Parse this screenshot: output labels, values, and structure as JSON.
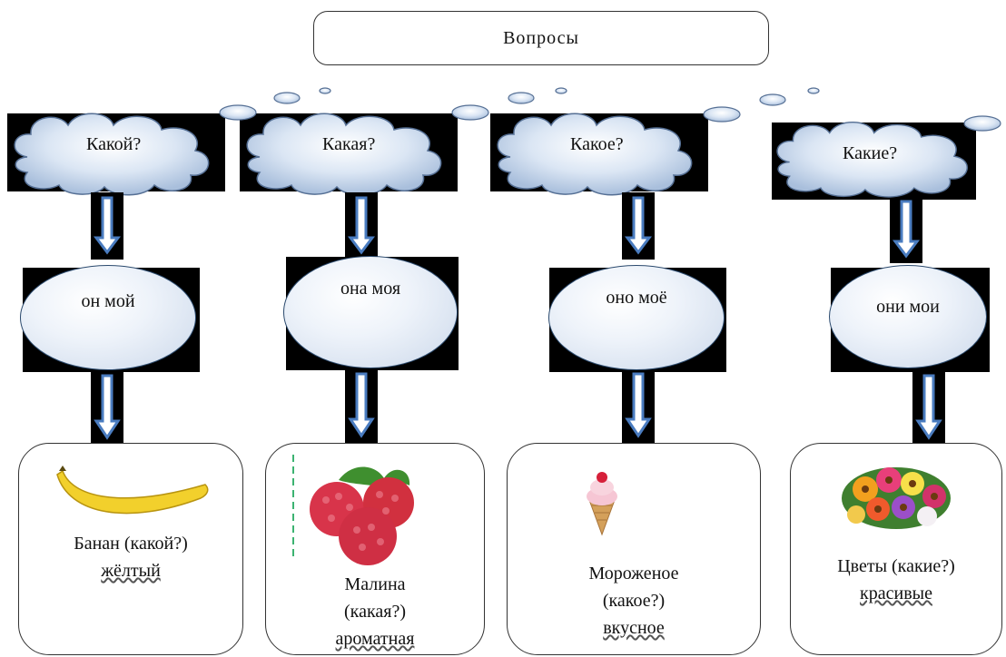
{
  "title": "Вопросы",
  "columns": [
    {
      "question": "Какой?",
      "pronoun": "он мой",
      "example_line1": "Банан (какой?)",
      "example_line2": "",
      "adjective": "жёлтый",
      "image": "banana-icon"
    },
    {
      "question": "Какая?",
      "pronoun": "она моя",
      "example_line1": "Малина",
      "example_line2": "(какая?)",
      "adjective": "ароматная",
      "image": "raspberry-icon"
    },
    {
      "question": "Какое?",
      "pronoun": "оно моё",
      "example_line1": "Мороженое",
      "example_line2": "(какое?)",
      "adjective": "вкусное",
      "image": "ice-cream-icon"
    },
    {
      "question": "Какие?",
      "pronoun": "они мои",
      "example_line1": "Цветы (какие?)",
      "example_line2": "",
      "adjective": "красивые",
      "image": "flowers-icon"
    }
  ],
  "colors": {
    "cloud_fill": "#c9d9ee",
    "arrow": "#4a7cc0",
    "ellipse_border": "#2b4a6e"
  }
}
